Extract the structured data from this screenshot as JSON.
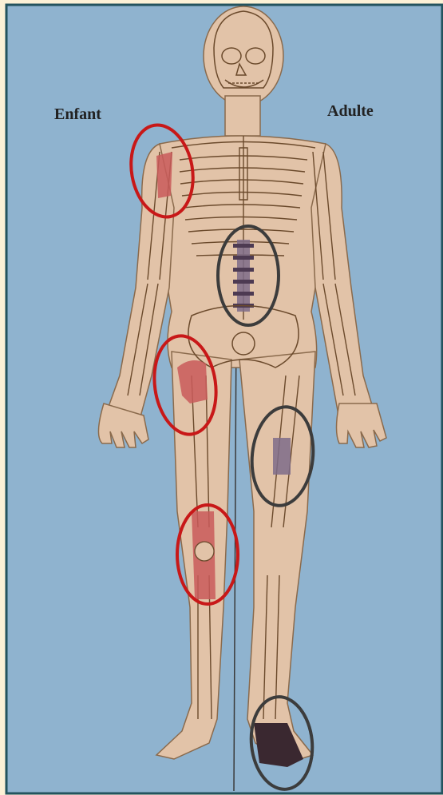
{
  "labels": {
    "left": "Enfant",
    "right": "Adulte"
  },
  "colors": {
    "background_panel": "#8fb3cf",
    "frame": "#23535e",
    "outer_margin": "#fcf1d6",
    "skin": "#e2c3a8",
    "bone_outline": "#6b4a2c",
    "child_highlight": "#c95b5b",
    "adult_highlight": "#7e6c8a",
    "child_circle": "#c81818",
    "adult_circle": "#3c3c3c"
  },
  "highlights": {
    "child": [
      "shoulder-humerus",
      "hip-femur-neck",
      "knee"
    ],
    "adult": [
      "spine",
      "femur-shaft",
      "foot"
    ]
  }
}
